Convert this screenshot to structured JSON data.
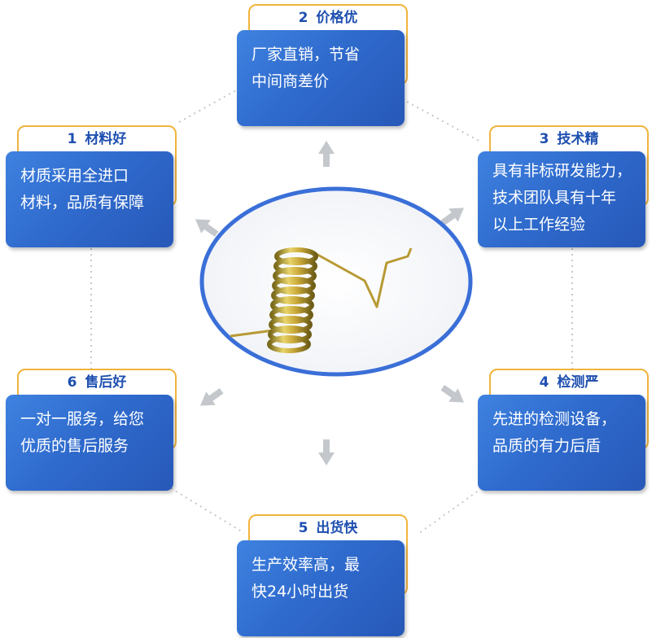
{
  "features": [
    {
      "number": "1",
      "title": "材料好",
      "lines": [
        "材质采用全进口",
        "材料，品质有保障"
      ]
    },
    {
      "number": "2",
      "title": "价格优",
      "lines": [
        "厂家直销，节省",
        "中间商差价"
      ]
    },
    {
      "number": "3",
      "title": "技术精",
      "lines": [
        "具有非标研发能力，",
        "技术团队具有十年",
        "以上工作经验"
      ]
    },
    {
      "number": "4",
      "title": "检测严",
      "lines": [
        "先进的检测设备，",
        "品质的有力后盾"
      ]
    },
    {
      "number": "5",
      "title": "出货快",
      "lines": [
        "生产效率高，最",
        "快24小时出货"
      ]
    },
    {
      "number": "6",
      "title": "售后好",
      "lines": [
        "一对一服务，给您",
        "优质的售后服务"
      ]
    }
  ],
  "colors": {
    "card_blue": "#2f6bcd",
    "tab_border": "#f0b43c",
    "title_text": "#1e4fb0",
    "circle_stroke": "#3a6fd8",
    "arrow_gray": "#c4c8cc",
    "dotted_gray": "#c8c8c8",
    "spring_gold": "#c8a83a"
  },
  "center_image": {
    "subject": "torsion-spring"
  }
}
